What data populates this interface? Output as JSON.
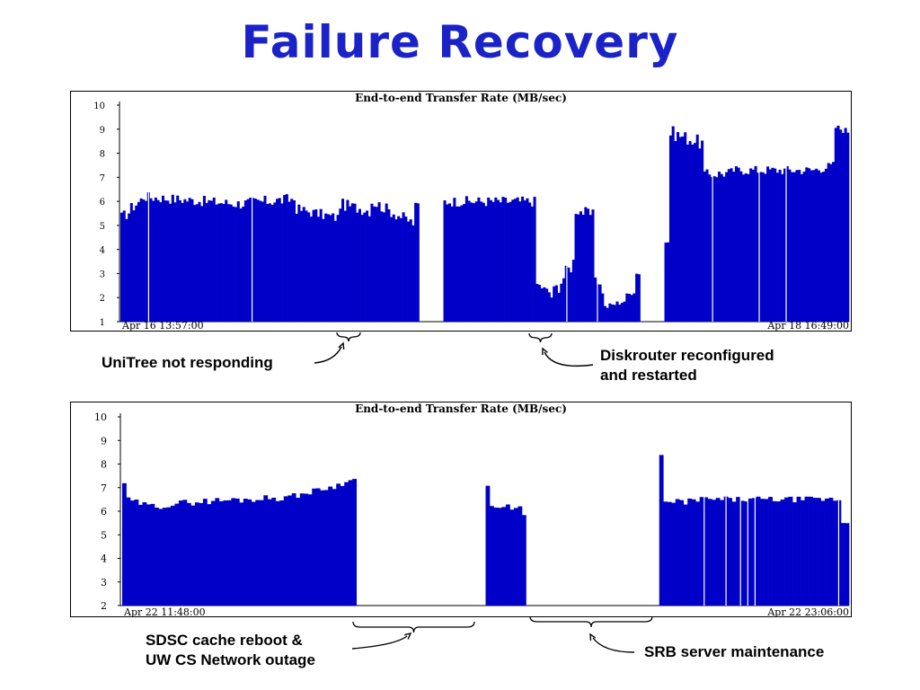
{
  "slide": {
    "title": "Failure Recovery"
  },
  "colors": {
    "title": "#1a22c8",
    "bars": "#0000c8"
  },
  "chart_data": [
    {
      "type": "bar",
      "title": "End-to-end Transfer Rate (MB/sec)",
      "ylim": [
        1,
        10
      ],
      "yticks": [
        1,
        2,
        3,
        4,
        5,
        6,
        7,
        8,
        9,
        10
      ],
      "x_start_label": "Apr 16 13:57:00",
      "x_end_label": "Apr 18 16:49:00",
      "grid": false,
      "segments": [
        {
          "from": 0.0,
          "to": 0.014,
          "start": 5.3,
          "end": 5.6,
          "noise": 0.5
        },
        {
          "from": 0.014,
          "to": 0.03,
          "start": 5.7,
          "end": 6.1,
          "noise": 0.5
        },
        {
          "from": 0.03,
          "to": 0.16,
          "start": 6.2,
          "end": 5.9,
          "noise": 0.45
        },
        {
          "from": 0.16,
          "to": 0.24,
          "start": 5.9,
          "end": 6.1,
          "noise": 0.5
        },
        {
          "from": 0.24,
          "to": 0.3,
          "start": 5.7,
          "end": 5.3,
          "noise": 0.45
        },
        {
          "from": 0.3,
          "to": 0.345,
          "start": 5.9,
          "end": 5.6,
          "noise": 0.5
        },
        {
          "from": 0.345,
          "to": 0.402,
          "start": 6.0,
          "end": 5.1,
          "noise": 0.5
        },
        {
          "from": 0.402,
          "to": 0.409,
          "start": 5.9,
          "end": 5.9,
          "noise": 0.1
        },
        {
          "from": 0.445,
          "to": 0.57,
          "start": 6.0,
          "end": 6.0,
          "noise": 0.45
        },
        {
          "from": 0.57,
          "to": 0.59,
          "start": 2.6,
          "end": 2.2,
          "noise": 0.3
        },
        {
          "from": 0.59,
          "to": 0.622,
          "start": 2.0,
          "end": 3.5,
          "noise": 0.7
        },
        {
          "from": 0.622,
          "to": 0.65,
          "start": 5.7,
          "end": 5.4,
          "noise": 0.5
        },
        {
          "from": 0.65,
          "to": 0.665,
          "start": 3.0,
          "end": 2.1,
          "noise": 0.4
        },
        {
          "from": 0.665,
          "to": 0.695,
          "start": 1.6,
          "end": 1.9,
          "noise": 0.25
        },
        {
          "from": 0.695,
          "to": 0.708,
          "start": 2.1,
          "end": 2.3,
          "noise": 0.2
        },
        {
          "from": 0.708,
          "to": 0.712,
          "start": 3.0,
          "end": 3.0,
          "noise": 0.1
        },
        {
          "from": 0.748,
          "to": 0.752,
          "start": 4.3,
          "end": 4.3,
          "noise": 0.1
        },
        {
          "from": 0.752,
          "to": 0.8,
          "start": 8.9,
          "end": 8.4,
          "noise": 0.6
        },
        {
          "from": 0.8,
          "to": 0.84,
          "start": 7.1,
          "end": 7.2,
          "noise": 0.45
        },
        {
          "from": 0.84,
          "to": 0.95,
          "start": 7.3,
          "end": 7.3,
          "noise": 0.4
        },
        {
          "from": 0.95,
          "to": 0.98,
          "start": 7.3,
          "end": 7.5,
          "noise": 0.4
        },
        {
          "from": 0.98,
          "to": 1.0,
          "start": 9.1,
          "end": 8.9,
          "noise": 0.3
        }
      ],
      "drops": [
        0.038,
        0.18,
        0.612,
        0.654,
        0.812,
        0.876,
        0.913
      ],
      "gaps": [
        {
          "from": 0.409,
          "to": 0.445,
          "label": "UniTree not responding"
        },
        {
          "from": 0.712,
          "to": 0.748,
          "label": "Diskrouter reconfigured and restarted"
        }
      ]
    },
    {
      "type": "bar",
      "title": "End-to-end Transfer Rate (MB/sec)",
      "ylim": [
        2,
        10
      ],
      "yticks": [
        2,
        3,
        4,
        5,
        6,
        7,
        8,
        9,
        10
      ],
      "x_start_label": "Apr 22 11:48:00",
      "x_end_label": "Apr 22 23:06:00",
      "grid": false,
      "segments": [
        {
          "from": 0.0,
          "to": 0.005,
          "start": 7.2,
          "end": 7.2,
          "noise": 0.1
        },
        {
          "from": 0.005,
          "to": 0.04,
          "start": 6.5,
          "end": 6.2,
          "noise": 0.25
        },
        {
          "from": 0.04,
          "to": 0.1,
          "start": 6.2,
          "end": 6.4,
          "noise": 0.3
        },
        {
          "from": 0.1,
          "to": 0.23,
          "start": 6.4,
          "end": 6.6,
          "noise": 0.3
        },
        {
          "from": 0.23,
          "to": 0.31,
          "start": 6.6,
          "end": 7.2,
          "noise": 0.25
        },
        {
          "from": 0.31,
          "to": 0.32,
          "start": 7.3,
          "end": 7.4,
          "noise": 0.05
        },
        {
          "from": 0.5,
          "to": 0.507,
          "start": 7.1,
          "end": 7.0,
          "noise": 0.1
        },
        {
          "from": 0.507,
          "to": 0.555,
          "start": 6.2,
          "end": 6.0,
          "noise": 0.4
        },
        {
          "from": 0.738,
          "to": 0.742,
          "start": 8.4,
          "end": 8.4,
          "noise": 0.05
        },
        {
          "from": 0.742,
          "to": 0.8,
          "start": 6.3,
          "end": 6.5,
          "noise": 0.3
        },
        {
          "from": 0.8,
          "to": 0.99,
          "start": 6.5,
          "end": 6.5,
          "noise": 0.25
        },
        {
          "from": 0.99,
          "to": 1.0,
          "start": 5.5,
          "end": 5.5,
          "noise": 0.1
        }
      ],
      "drops": [
        0.8,
        0.83,
        0.85,
        0.86,
        0.87,
        0.985
      ],
      "gaps": [
        {
          "from": 0.32,
          "to": 0.5,
          "label": "SDSC cache reboot  & UW CS Network outage"
        },
        {
          "from": 0.555,
          "to": 0.738,
          "label": "SRB server maintenance"
        }
      ]
    }
  ],
  "annotations": [
    {
      "id": "unitree",
      "lines": [
        "UniTree not responding"
      ]
    },
    {
      "id": "diskrouter",
      "lines": [
        "Diskrouter reconfigured",
        "and restarted"
      ]
    },
    {
      "id": "sdsc",
      "lines": [
        "SDSC cache reboot  &",
        "UW CS Network outage"
      ]
    },
    {
      "id": "srb",
      "lines": [
        "SRB server maintenance"
      ]
    }
  ]
}
